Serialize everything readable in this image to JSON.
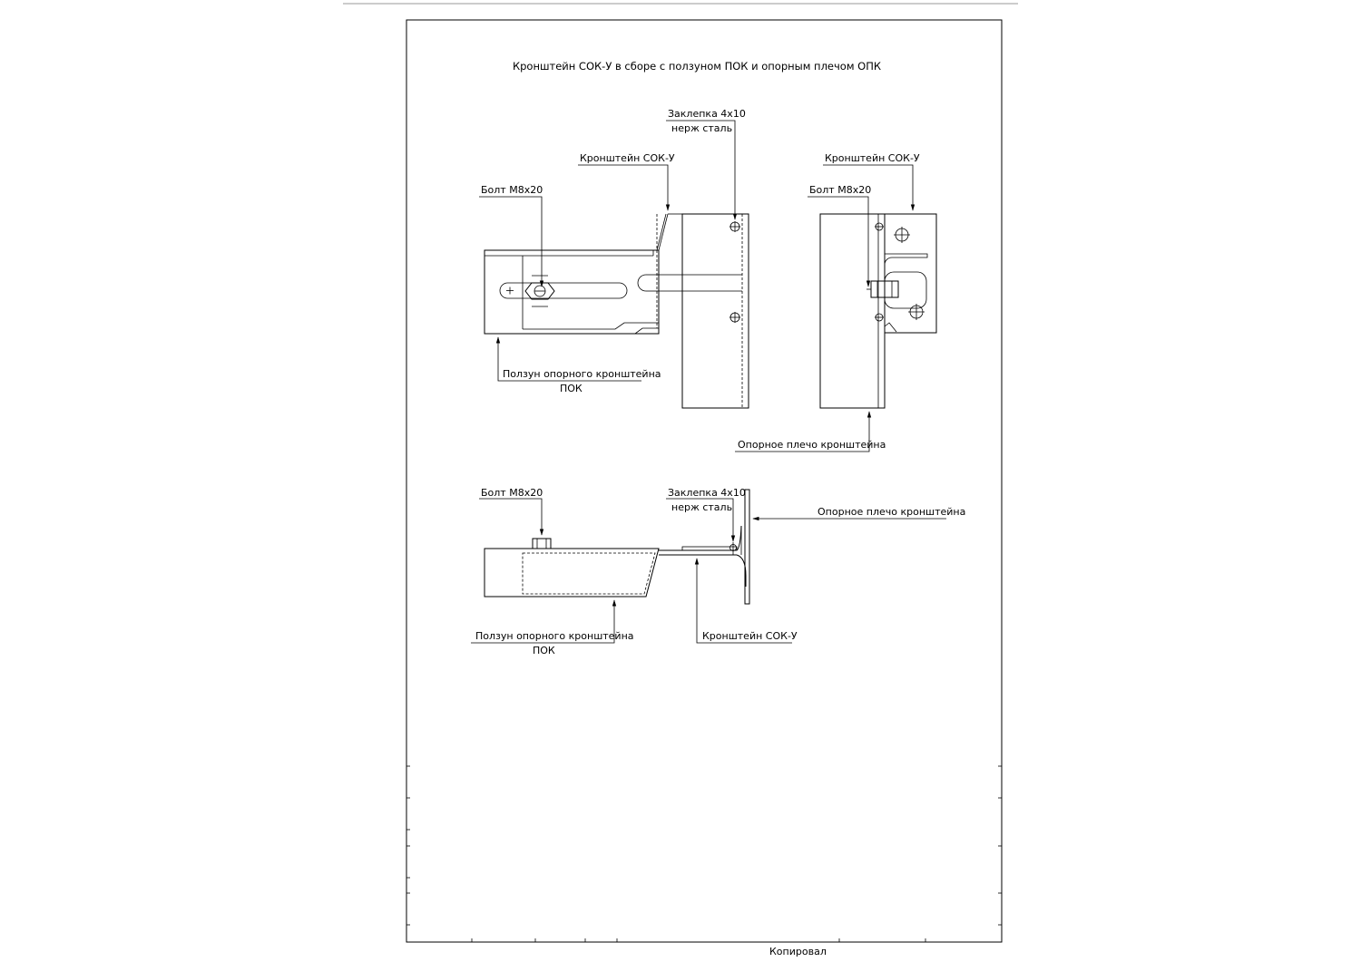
{
  "title": "Кронштейн СОК-У в сборе с ползуном ПОК и опорным плечом ОПК",
  "view_front": {
    "rivet_line1": "Заклепка 4х10",
    "rivet_line2": "нерж сталь",
    "bracket": "Кронштейн СОК-У",
    "bolt": "Болт М8х20",
    "slider_line1": "Ползун опорного кронштейна",
    "slider_line2": "ПОК"
  },
  "view_side": {
    "bracket": "Кронштейн СОК-У",
    "bolt": "Болт М8х20",
    "arm": "Опорное плечо кронштейна"
  },
  "view_top": {
    "bolt": "Болт М8х20",
    "rivet_line1": "Заклепка 4х10",
    "rivet_line2": "нерж сталь",
    "arm": "Опорное плечо кронштейна",
    "slider_line1": "Ползун опорного кронштейна",
    "slider_line2": "ПОК",
    "bracket": "Кронштейн СОК-У"
  },
  "footer": {
    "copied": "Копировал"
  }
}
